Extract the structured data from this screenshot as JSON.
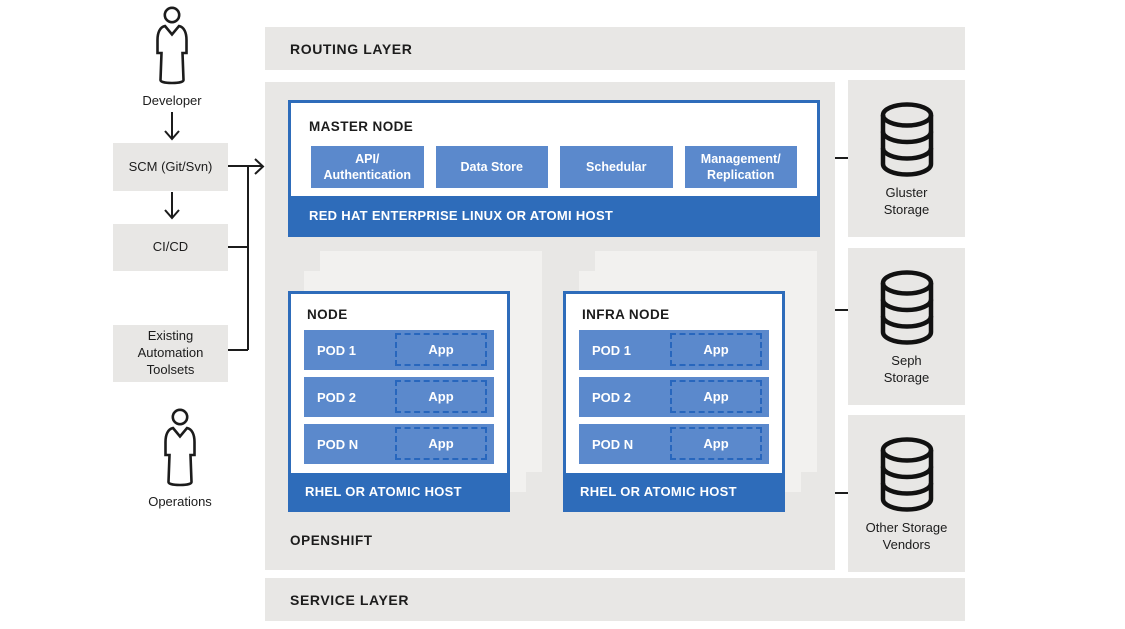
{
  "colors": {
    "accent_blue": "#2e6cba",
    "mid_blue": "#5b89cc",
    "panel_gray": "#e8e7e5",
    "stack_gray": "#f2f1ef"
  },
  "actors": {
    "developer": {
      "label": "Developer",
      "icon": "person-icon"
    },
    "operations": {
      "label": "Operations",
      "icon": "person-icon"
    }
  },
  "pipeline": {
    "scm": {
      "label": "SCM (Git/Svn)"
    },
    "cicd": {
      "label": "CI/CD"
    },
    "automation": {
      "label": "Existing\nAutomation\nToolsets"
    }
  },
  "routing_layer": {
    "title": "ROUTING LAYER"
  },
  "service_layer": {
    "title": "SERVICE LAYER"
  },
  "openshift": {
    "label": "OPENSHIFT",
    "master_node": {
      "title": "MASTER NODE",
      "services": [
        {
          "label": "API/\nAuthentication"
        },
        {
          "label": "Data Store"
        },
        {
          "label": "Schedular"
        },
        {
          "label": "Management/\nReplication"
        }
      ],
      "host_bar": "RED HAT ENTERPRISE LINUX OR ATOMI HOST"
    },
    "nodes": [
      {
        "title": "NODE",
        "pods": [
          {
            "label": "POD 1",
            "app": "App"
          },
          {
            "label": "POD 2",
            "app": "App"
          },
          {
            "label": "POD N",
            "app": "App"
          }
        ],
        "host_bar": "RHEL OR ATOMIC HOST"
      },
      {
        "title": "INFRA NODE",
        "pods": [
          {
            "label": "POD 1",
            "app": "App"
          },
          {
            "label": "POD 2",
            "app": "App"
          },
          {
            "label": "POD N",
            "app": "App"
          }
        ],
        "host_bar": "RHEL OR ATOMIC HOST"
      }
    ]
  },
  "storage": {
    "items": [
      {
        "label": "Gluster\nStorage",
        "icon": "database-icon"
      },
      {
        "label": "Seph\nStorage",
        "icon": "database-icon"
      },
      {
        "label": "Other Storage\nVendors",
        "icon": "database-icon"
      }
    ]
  }
}
